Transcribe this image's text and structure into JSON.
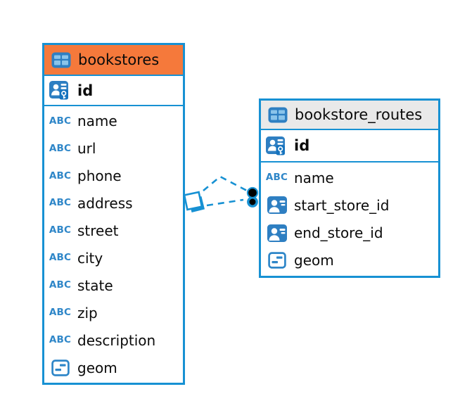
{
  "canvas": {
    "background": "#FFFFFF"
  },
  "colors": {
    "table_border": "#1791D3",
    "bookstores_header_bg": "#F5793B",
    "routes_header_bg": "#E9E9E9",
    "icon_blue": "#2E7FC2",
    "icon_light_blue": "#8AC4EA",
    "text": "#0B0B0B",
    "connector": "#1791D3",
    "connector_dot": "#000000"
  },
  "icons": {
    "text_type_glyph": "ABC"
  },
  "tables": [
    {
      "title": "bookstores",
      "header_icon": "table-icon",
      "primary_key": {
        "name": "id",
        "icon": "primary-key-person-icon"
      },
      "columns": [
        {
          "name": "name",
          "icon": "text-type-icon"
        },
        {
          "name": "url",
          "icon": "text-type-icon"
        },
        {
          "name": "phone",
          "icon": "text-type-icon"
        },
        {
          "name": "address",
          "icon": "text-type-icon"
        },
        {
          "name": "street",
          "icon": "text-type-icon"
        },
        {
          "name": "city",
          "icon": "text-type-icon"
        },
        {
          "name": "state",
          "icon": "text-type-icon"
        },
        {
          "name": "zip",
          "icon": "text-type-icon"
        },
        {
          "name": "description",
          "icon": "text-type-icon"
        },
        {
          "name": "geom",
          "icon": "geometry-type-icon"
        }
      ]
    },
    {
      "title": "bookstore_routes",
      "header_icon": "table-icon",
      "primary_key": {
        "name": "id",
        "icon": "primary-key-person-icon"
      },
      "columns": [
        {
          "name": "name",
          "icon": "text-type-icon"
        },
        {
          "name": "start_store_id",
          "icon": "foreign-key-person-icon"
        },
        {
          "name": "end_store_id",
          "icon": "foreign-key-person-icon"
        },
        {
          "name": "geom",
          "icon": "geometry-type-icon"
        }
      ]
    }
  ],
  "relationship": {
    "from_table": "bookstores",
    "to_table": "bookstore_routes",
    "line_style": "dashed",
    "from_marker": "diamond-squares",
    "to_marker": "double-dot"
  }
}
